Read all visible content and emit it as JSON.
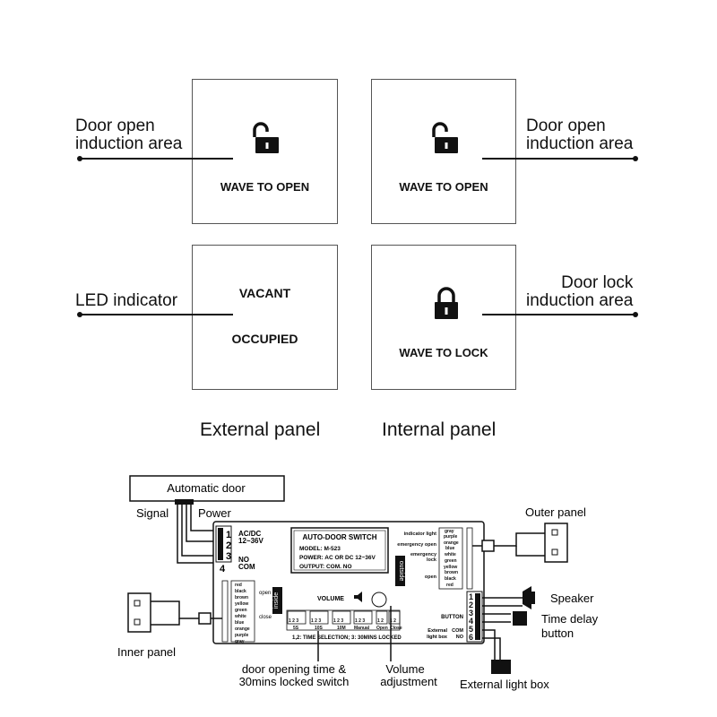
{
  "panels": {
    "ext_top": {
      "text": "WAVE TO OPEN"
    },
    "int_top": {
      "text": "WAVE TO OPEN"
    },
    "ext_bottom": {
      "line1": "VACANT",
      "line2": "OCCUPIED"
    },
    "int_bottom": {
      "text": "WAVE TO LOCK"
    }
  },
  "callouts": {
    "left_top": [
      "Door open",
      "induction area"
    ],
    "right_top": [
      "Door open",
      "induction area"
    ],
    "left_bottom": [
      "LED indicator"
    ],
    "right_bottom": [
      "Door lock",
      "induction area"
    ]
  },
  "captions": {
    "external": "External panel",
    "internal": "Internal panel"
  },
  "wiring": {
    "automatic_door": "Automatic door",
    "signal": "Signal",
    "power": "Power",
    "outer_panel": "Outer panel",
    "inner_panel": "Inner panel",
    "speaker": "Speaker",
    "time_delay_1": "Time delay",
    "time_delay_2": "button",
    "external_light_box": "External light box",
    "door_time_1": "door opening time &",
    "door_time_2": "30mins locked switch",
    "volume_adj_1": "Volume",
    "volume_adj_2": "adjustment",
    "terminal_1": "1",
    "terminal_2": "2",
    "terminal_3": "3",
    "terminal_4": "4",
    "acdc_1": "AC/DC",
    "acdc_2": "12~36V",
    "no": "NO",
    "com": "COM",
    "model_title": "AUTO-DOOR SWITCH",
    "model_line": "MODEL: M-523",
    "power_line": "POWER: AC OR DC 12~36V",
    "output_line": "OUTPUT: COM. NO",
    "outside": "outside",
    "inside": "inside",
    "volume": "VOLUME",
    "open": "open",
    "close": "close",
    "indicator_light": "indicator light",
    "emergency_open": "emergency open",
    "emergency_lock_1": "emergency",
    "emergency_lock_2": "lock",
    "open_r": "open",
    "wire_gray": "gray",
    "wire_purple": "purple",
    "wire_orange": "orange",
    "wire_blue": "blue",
    "wire_white": "white",
    "wire_green": "green",
    "wire_yellow": "yellow",
    "wire_brown": "brown",
    "wire_black": "black",
    "wire_red": "red",
    "l_red": "red",
    "l_black": "black",
    "l_brown": "brown",
    "l_yellow": "yellow",
    "l_green": "green",
    "l_white": "white",
    "l_blue": "blue",
    "l_orange": "orange",
    "l_purple": "purple",
    "l_gray": "gray",
    "button": "BUTTON",
    "ext_light_1": "External",
    "ext_light_2": "light box",
    "com_r": "COM",
    "no_r": "NO",
    "t1": "1",
    "t2": "2",
    "t3": "3",
    "t4": "4",
    "t5": "5",
    "t6": "6",
    "sw_5s": "5S",
    "sw_10s": "10S",
    "sw_10m": "10M",
    "sw_manual": "Manual",
    "sw_open": "Open",
    "sw_close": "Close",
    "sw_nums": "1 2 3",
    "sw_nums2": "1 2",
    "time_selection": "1,2: TIME SELECTION; 3: 30MINS LOCKED"
  }
}
